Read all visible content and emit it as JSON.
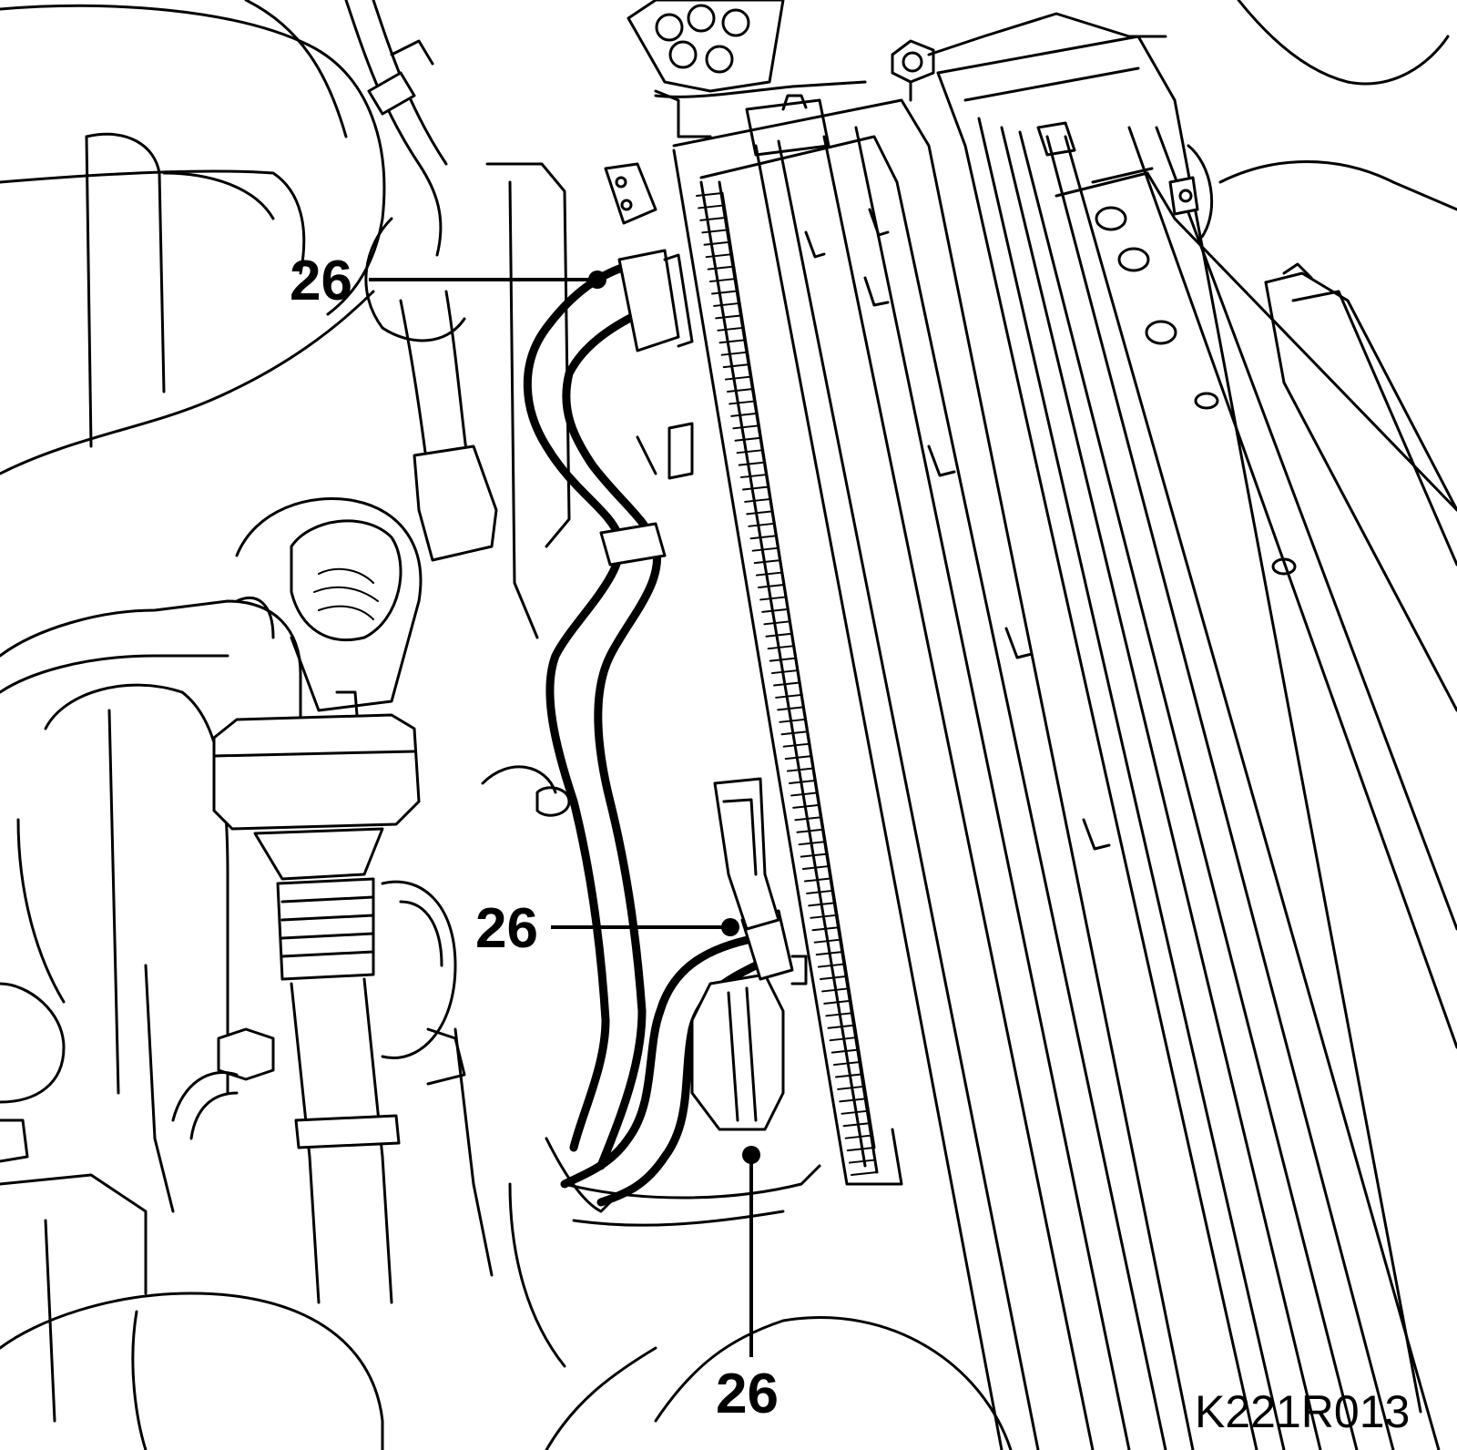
{
  "callouts": [
    {
      "label": "26"
    },
    {
      "label": "26"
    },
    {
      "label": "26"
    }
  ],
  "reference_code": "K221R013"
}
